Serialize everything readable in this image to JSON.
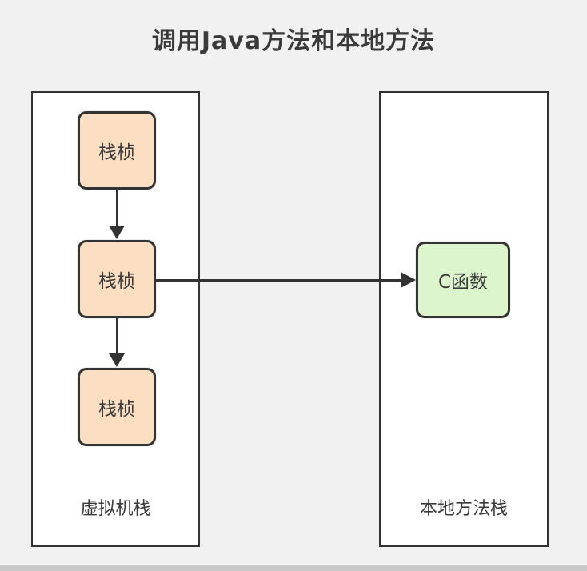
{
  "title": "调用Java方法和本地方法",
  "colors": {
    "background": "#f1f1f1",
    "container_fill": "#ffffff",
    "stroke": "#333333",
    "frame_fill": "#fcdfc2",
    "function_fill": "#ddf5cc",
    "text": "#3a3a3a",
    "bottom_bar": "#c9c9c9"
  },
  "vm_stack": {
    "label": "虚拟机栈",
    "frames": [
      {
        "label": "栈桢"
      },
      {
        "label": "栈桢"
      },
      {
        "label": "栈桢"
      }
    ]
  },
  "native_stack": {
    "label": "本地方法栈",
    "function": {
      "label": "C函数"
    }
  },
  "icons": {
    "down_arrow": "arrow-down",
    "call_arrow": "arrow-right"
  }
}
